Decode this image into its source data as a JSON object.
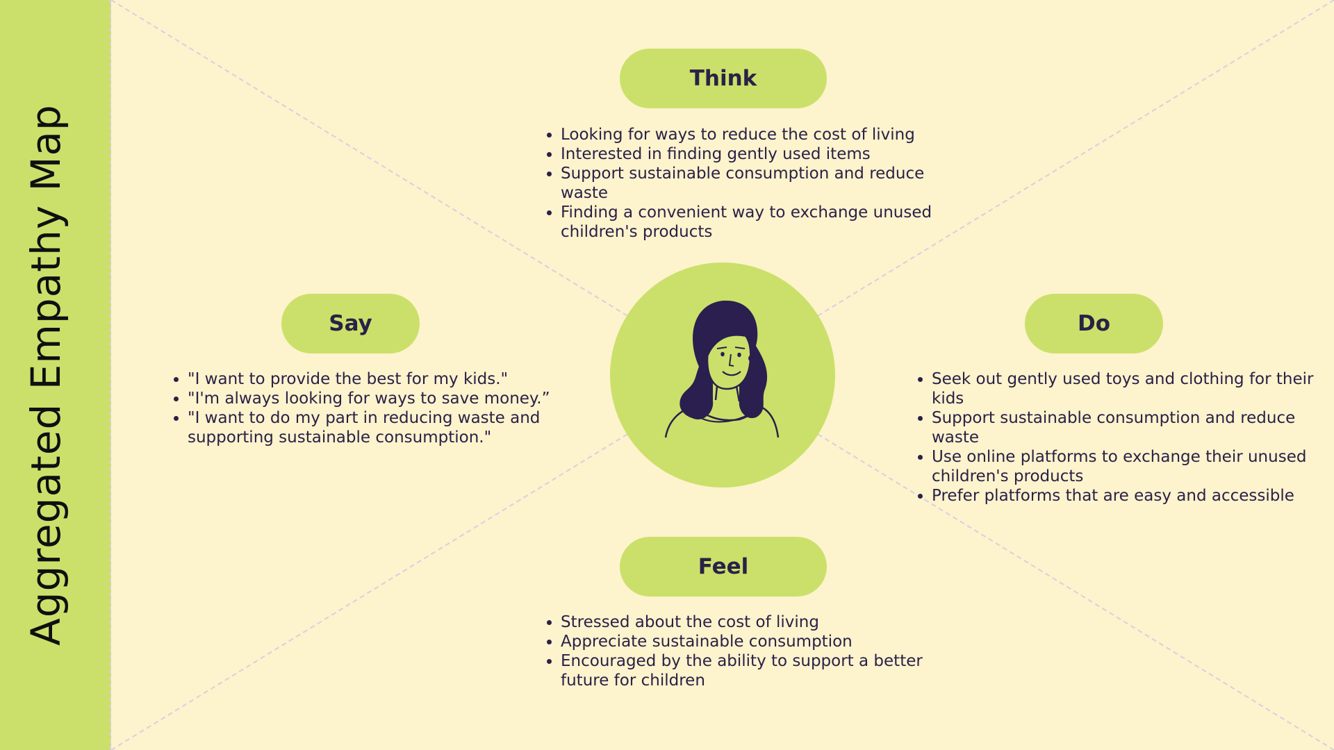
{
  "title": "Aggregated Empathy Map",
  "colors": {
    "background": "#fdf3cd",
    "accent": "#cbe06a",
    "text": "#2a2147",
    "divider": "#d9cfe0"
  },
  "avatar": {
    "icon": "woman-avatar-icon"
  },
  "sections": {
    "think": {
      "label": "Think",
      "items": [
        "Looking for ways to reduce the cost of living",
        "Interested in finding gently used items",
        "Support sustainable consumption and reduce waste",
        "Finding a convenient way to exchange unused children's products"
      ]
    },
    "say": {
      "label": "Say",
      "items": [
        "\"I want to provide the best for my kids.\"",
        "\"I'm always looking for ways to save money.”",
        "\"I want to do my part in reducing waste and supporting sustainable consumption.\""
      ]
    },
    "do": {
      "label": "Do",
      "items": [
        "Seek out gently used toys and clothing for their kids",
        "Support sustainable consumption and reduce waste",
        "Use online platforms to exchange their unused children's products",
        "Prefer platforms that are easy and accessible"
      ]
    },
    "feel": {
      "label": "Feel",
      "items": [
        "Stressed about the cost of living",
        "Appreciate sustainable consumption",
        "Encouraged by the ability to support a better future for children"
      ]
    }
  }
}
